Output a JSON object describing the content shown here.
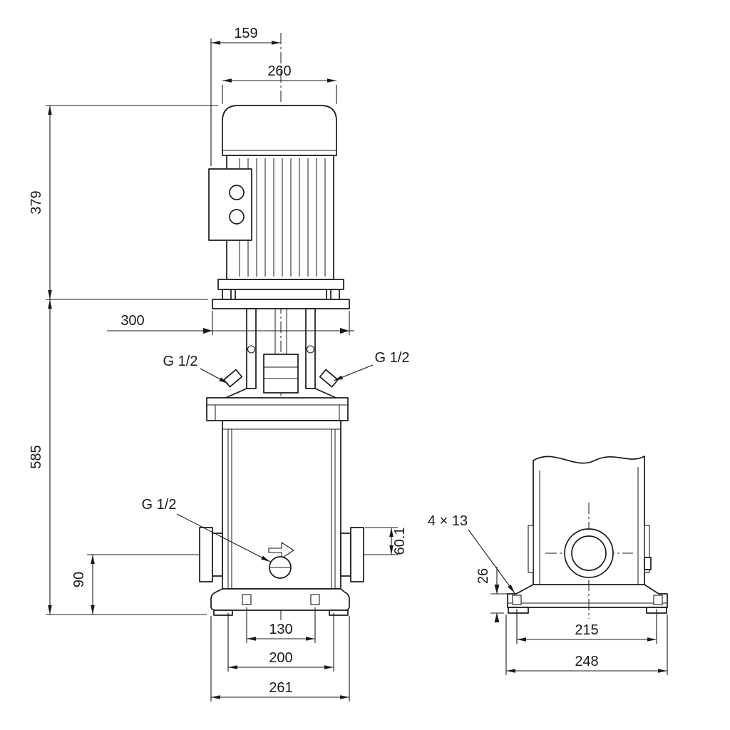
{
  "colors": {
    "ink": "#1a1a1a",
    "paper": "#ffffff"
  },
  "front_view": {
    "dims": {
      "fan_cover_offset": "159",
      "motor_diameter": "260",
      "motor_height": "379",
      "flange_width": "300",
      "pump_height": "585",
      "port_center_height": "90",
      "port_offset": "60.1",
      "base_slot_spacing": "130",
      "base_hole_spacing": "200",
      "base_length": "261"
    },
    "labels": {
      "head_port_left": "G 1/2",
      "head_port_right": "G 1/2",
      "drain_port": "G 1/2"
    }
  },
  "side_view": {
    "dims": {
      "bolt_holes": "4 × 13",
      "base_height": "26",
      "bolt_spacing": "215",
      "base_width": "248"
    }
  }
}
